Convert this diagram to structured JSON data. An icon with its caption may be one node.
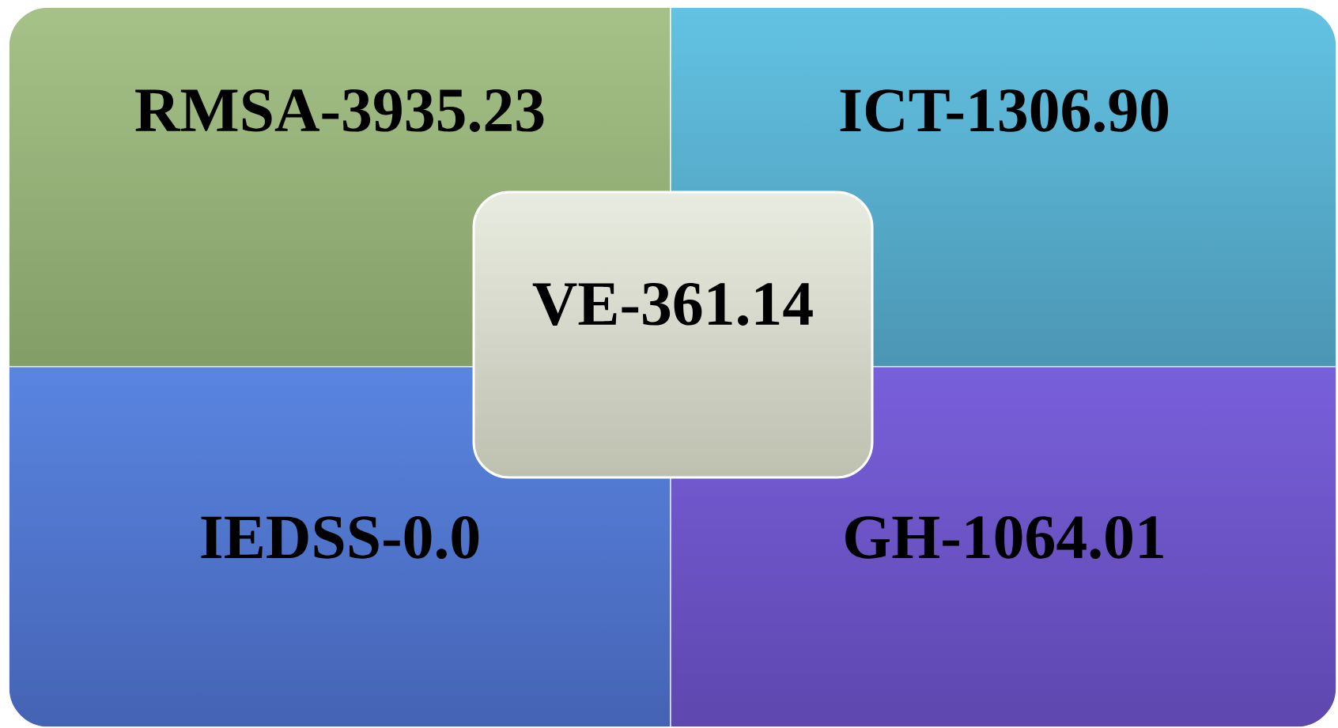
{
  "diagram": {
    "nodes": [
      {
        "text": [
          "RMSA-3935.23"
        ]
      },
      {
        "text": [
          "ICT-1306.90"
        ]
      },
      {
        "text": [
          "IEDSS-0.0"
        ]
      },
      {
        "text": [
          "GH-1064.01"
        ]
      },
      {
        "text": [
          "VE-361.14"
        ]
      }
    ]
  }
}
